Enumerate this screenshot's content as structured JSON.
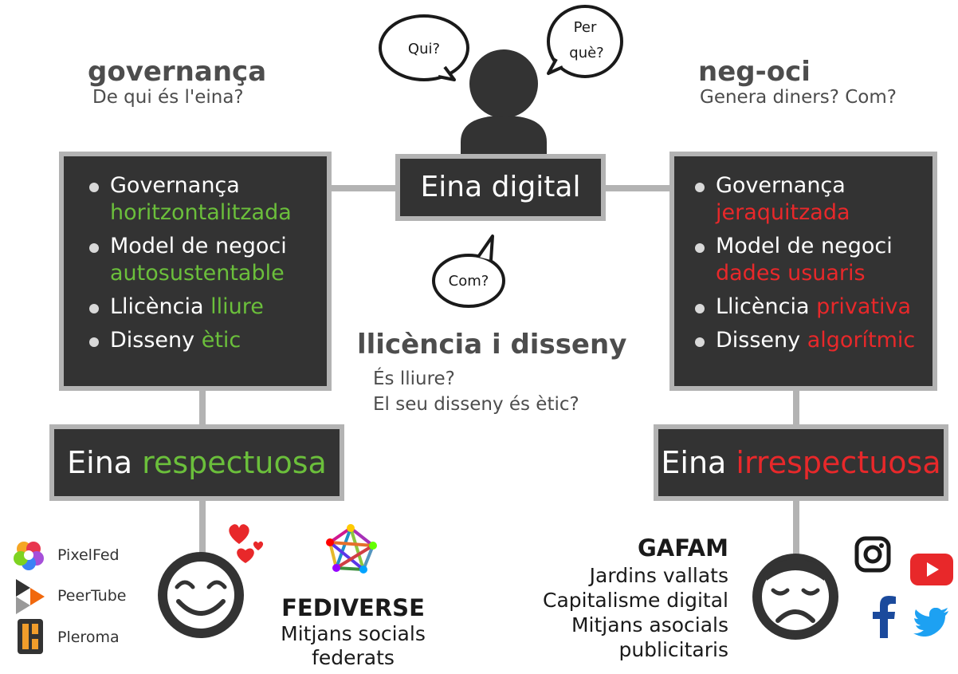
{
  "top": {
    "center_box": "Eina digital",
    "bubbles": {
      "qui": "Qui?",
      "per": "Per",
      "que": "què?",
      "com": "Com?"
    }
  },
  "governance": {
    "title": "governança",
    "question": "De qui és l'eina?"
  },
  "business": {
    "title": "neg-oci",
    "question": "Genera diners? Com?"
  },
  "license": {
    "title": "llicència i disseny",
    "q1": "És lliure?",
    "q2": "El seu disseny és ètic?"
  },
  "left_box": {
    "items": [
      {
        "plain": "Governança",
        "colored": "horitzontalitzada"
      },
      {
        "plain": "Model de negoci",
        "colored": "autosustentable"
      },
      {
        "plain": "Llicència",
        "colored": "lliure",
        "inline": true
      },
      {
        "plain": "Disseny",
        "colored": "ètic",
        "inline": true
      }
    ]
  },
  "right_box": {
    "items": [
      {
        "plain": "Governança",
        "colored": "jeraquitzada"
      },
      {
        "plain": "Model de negoci",
        "colored": "dades usuaris"
      },
      {
        "plain": "Llicència",
        "colored": "privativa",
        "inline": true
      },
      {
        "plain": "Disseny",
        "colored": "algorítmic",
        "inline": true
      }
    ]
  },
  "left_result": {
    "plain": "Eina",
    "colored": "respectuosa"
  },
  "right_result": {
    "plain": "Eina",
    "colored": "irrespectuosa"
  },
  "apps": {
    "pixelfed": "PixelFed",
    "peertube": "PeerTube",
    "pleroma": "Pleroma"
  },
  "fediverse": {
    "title": "FEDIVERSE",
    "line1": "Mitjans socials",
    "line2": "federats"
  },
  "gafam": {
    "title": "GAFAM",
    "lines": [
      "Jardins vallats",
      "Capitalisme digital",
      "Mitjans asocials",
      "publicitaris"
    ]
  },
  "colors": {
    "box_bg": "#333333",
    "box_border": "#b3b3b3",
    "positive": "#6bbf3b",
    "negative": "#e8282a"
  },
  "icons": [
    "person-icon",
    "smiley-face-icon",
    "frown-face-icon",
    "hearts-icon",
    "fediverse-icon",
    "pixelfed-icon",
    "peertube-icon",
    "pleroma-icon",
    "instagram-icon",
    "youtube-icon",
    "facebook-icon",
    "twitter-icon"
  ]
}
